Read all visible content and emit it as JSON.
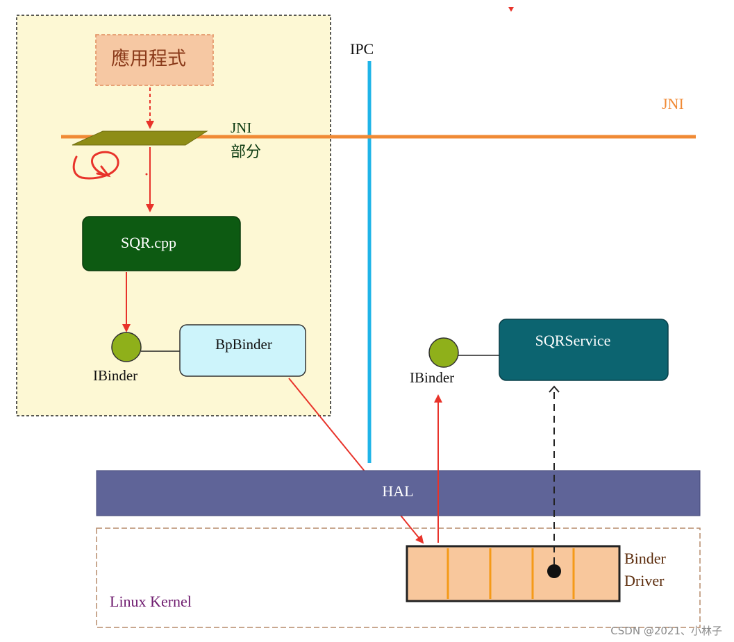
{
  "labels": {
    "app": "應用程式",
    "jni_part_line1": "JNI",
    "jni_part_line2": "部分",
    "jni_right": "JNI",
    "ipc": "IPC",
    "sqr_cpp": "SQR.cpp",
    "ibinder_left": "IBinder",
    "bpbinder": "BpBinder",
    "ibinder_right": "IBinder",
    "sqrservice": "SQRService",
    "hal": "HAL",
    "binder_driver_line1": "Binder",
    "binder_driver_line2": "Driver",
    "linux_kernel": "Linux Kernel",
    "watermark": "CSDN @2021、小林子"
  },
  "colors": {
    "client_region_fill": "#fdf8d4",
    "app_fill": "#f6c8a3",
    "app_border": "#e08a5c",
    "jni_line": "#f08a35",
    "ipc_line": "#1fb4e8",
    "sqr_cpp_fill": "#0d5a12",
    "ibinder_dot": "#8fb01a",
    "bpbinder_fill": "#cdf4fb",
    "sqrservice_fill": "#0c6470",
    "hal_fill": "#5f6498",
    "driver_fill": "#f8c79c",
    "driver_slot": "#f59a18",
    "kernel_border": "#b58a6a",
    "red_arrow": "#e8332a",
    "kernel_text": "#6e1a6e",
    "driver_text": "#5a2a0a"
  }
}
